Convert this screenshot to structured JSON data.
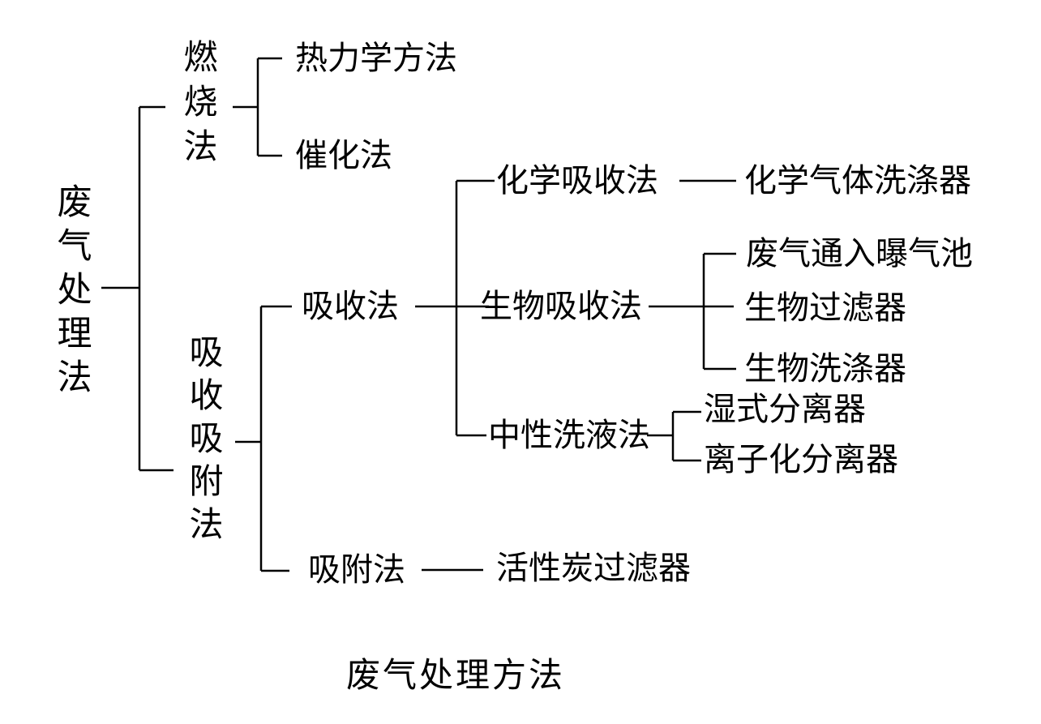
{
  "diagram": {
    "caption": "废气处理方法",
    "line_color": "#000000",
    "background_color": "#ffffff",
    "tree": {
      "root": {
        "label": "废气处理法"
      },
      "branches": [
        {
          "label": "燃烧法",
          "children": [
            {
              "label": "热力学方法"
            },
            {
              "label": "催化法"
            }
          ]
        },
        {
          "label": "吸收吸附法",
          "children": [
            {
              "label": "吸收法",
              "children": [
                {
                  "label": "化学吸收法",
                  "children": [
                    {
                      "label": "化学气体洗涤器"
                    }
                  ]
                },
                {
                  "label": "生物吸收法",
                  "children": [
                    {
                      "label": "废气通入曝气池"
                    },
                    {
                      "label": "生物过滤器"
                    },
                    {
                      "label": "生物洗涤器"
                    }
                  ]
                },
                {
                  "label": "中性洗液法",
                  "children": [
                    {
                      "label": "湿式分离器"
                    },
                    {
                      "label": "离子化分离器"
                    }
                  ]
                }
              ]
            },
            {
              "label": "吸附法",
              "children": [
                {
                  "label": "活性炭过滤器"
                }
              ]
            }
          ]
        }
      ]
    }
  }
}
